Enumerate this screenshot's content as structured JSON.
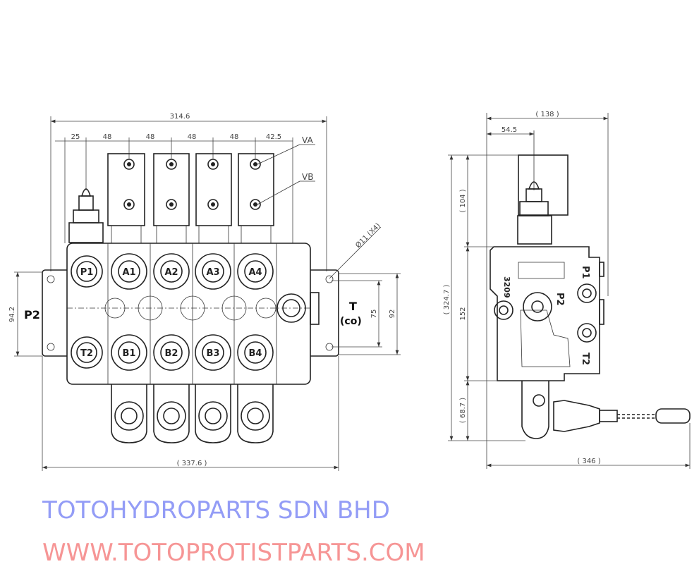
{
  "front_view": {
    "dimensions": {
      "overall_top": "314.6",
      "spacing": [
        "25",
        "48",
        "48",
        "48",
        "48",
        "42.5"
      ],
      "overall_bottom": "( 337.6 )",
      "flange_height": "94.2",
      "mount_inner": "75",
      "mount_outer": "92",
      "mount_hole": "Ø11 (X4)"
    },
    "labels": {
      "va": "VA",
      "vb": "VB",
      "p2": "P2",
      "t": "T",
      "co": "(co)"
    },
    "ports_top": [
      "P1",
      "A1",
      "A2",
      "A3",
      "A4"
    ],
    "ports_bottom": [
      "T2",
      "B1",
      "B2",
      "B3",
      "B4"
    ]
  },
  "side_view": {
    "dimensions": {
      "width_top": "( 138 )",
      "offset": "54.5",
      "overall_height": "( 324.7 )",
      "top_height": "( 104 )",
      "body_height": "152",
      "bottom_height": "( 68.7 )",
      "overall_width": "( 346 )"
    },
    "labels": {
      "p1": "P1",
      "p2": "P2",
      "t2": "T2",
      "code": "3209"
    }
  },
  "watermarks": {
    "blue": "TOTOHYDROPARTS SDN BHD",
    "red": "WWW.TOTOPROTISTPARTS.COM",
    "blue_color": "#3b4df0",
    "red_color": "#f04040"
  }
}
